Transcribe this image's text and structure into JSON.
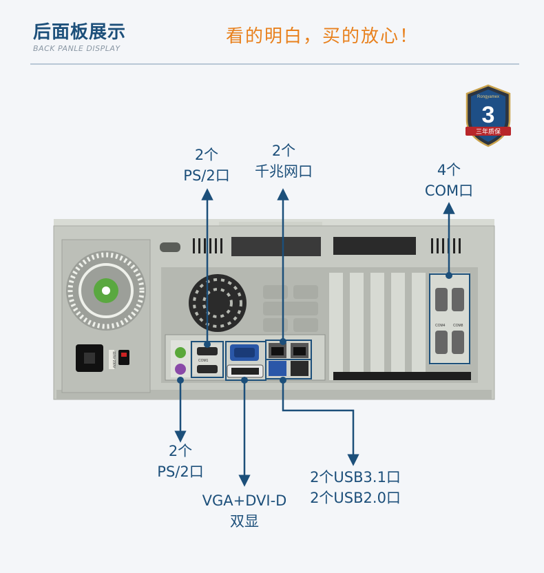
{
  "header": {
    "title": "后面板展示",
    "subtitle": "BACK PANLE DISPLAY",
    "slogan": "看的明白，买的放心！"
  },
  "badge": {
    "number": "3",
    "text": "三年质保",
    "brand": "Rongyamex"
  },
  "psu": {
    "voltage_switch": "115V 230V"
  },
  "io_labels": {
    "com1": "COM1",
    "com4": "COM4",
    "com8": "COM8"
  },
  "callouts": {
    "ps2_top_count": "2个",
    "ps2_top_name": "PS/2口",
    "lan_count": "2个",
    "lan_name": "千兆网口",
    "com_count": "4个",
    "com_name": "COM口",
    "ps2_bottom_count": "2个",
    "ps2_bottom_name": "PS/2口",
    "video_name": "VGA+DVI-D",
    "video_desc": "双显",
    "usb31": "2个USB3.1口",
    "usb20": "2个USB2.0口"
  },
  "colors": {
    "brand_blue": "#1c4f7a",
    "accent_orange": "#e8801c",
    "chassis_gray": "#c7cac3",
    "connector_blue": "#2a57a8"
  }
}
